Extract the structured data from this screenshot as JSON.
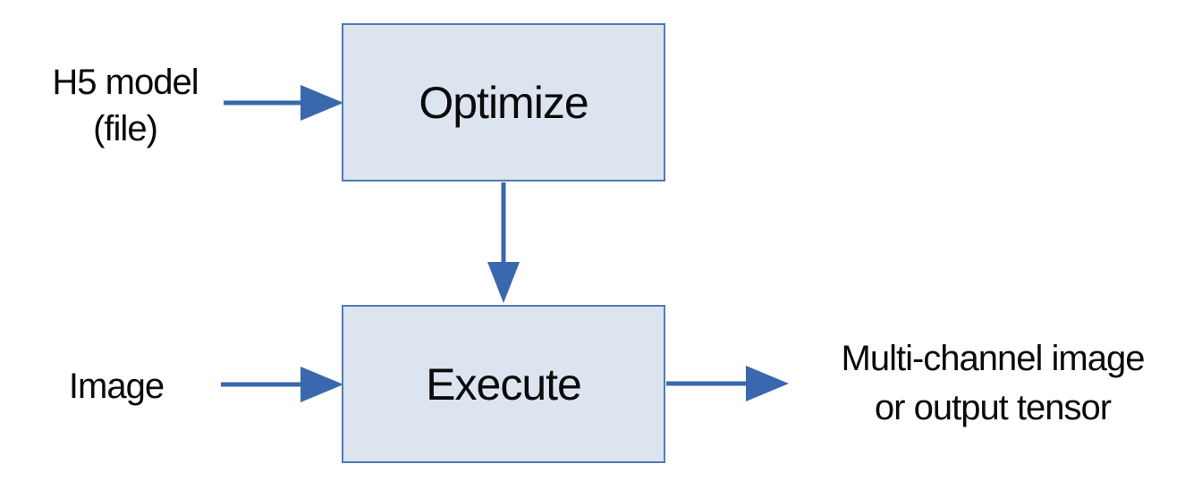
{
  "colors": {
    "background": "#ffffff",
    "arrow": "#3a68ae",
    "box_fill": "#dce4ef",
    "box_border": "#4e7ab5",
    "text": "#0a0a0a"
  },
  "nodes": {
    "h5_model": {
      "line1": "H5 model",
      "line2": "(file)"
    },
    "optimize": {
      "label": "Optimize"
    },
    "image": {
      "label": "Image"
    },
    "execute": {
      "label": "Execute"
    },
    "output": {
      "line1": "Multi-channel image",
      "line2": "or output tensor"
    }
  },
  "edges": [
    {
      "from": "h5_model",
      "to": "optimize",
      "direction": "right"
    },
    {
      "from": "optimize",
      "to": "execute",
      "direction": "down"
    },
    {
      "from": "image",
      "to": "execute",
      "direction": "right"
    },
    {
      "from": "execute",
      "to": "output",
      "direction": "right"
    }
  ]
}
